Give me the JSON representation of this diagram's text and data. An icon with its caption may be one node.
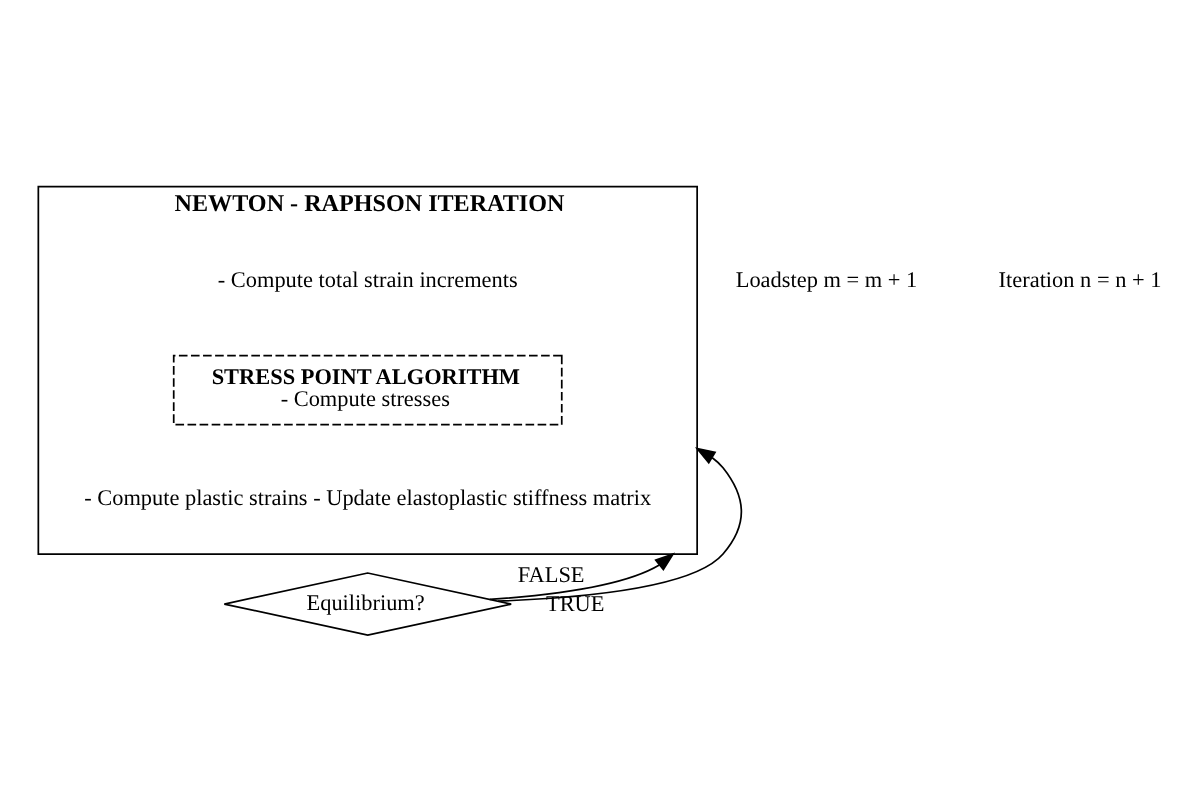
{
  "diagram": {
    "nodes": [
      {
        "text": [
          "NEWTON - RAPHSON ITERATION",
          "- Compute total strain increments",
          "- Compute plastic strains - Update elastoplastic stiffness matrix"
        ]
      },
      {
        "text": [
          "STRESS POINT ALGORITHM",
          "- Compute stresses"
        ],
        "in": 0
      },
      {
        "text": [
          "Equilibrium?"
        ]
      }
    ],
    "edges": [
      {
        "from": 2,
        "to": 0,
        "arrow": "to",
        "label": "FALSE"
      },
      {
        "from": 2,
        "to": 0,
        "arrow": "to",
        "label": "TRUE"
      }
    ],
    "labels": [
      "Loadstep m = m + 1",
      "Iteration n = n + 1"
    ]
  }
}
